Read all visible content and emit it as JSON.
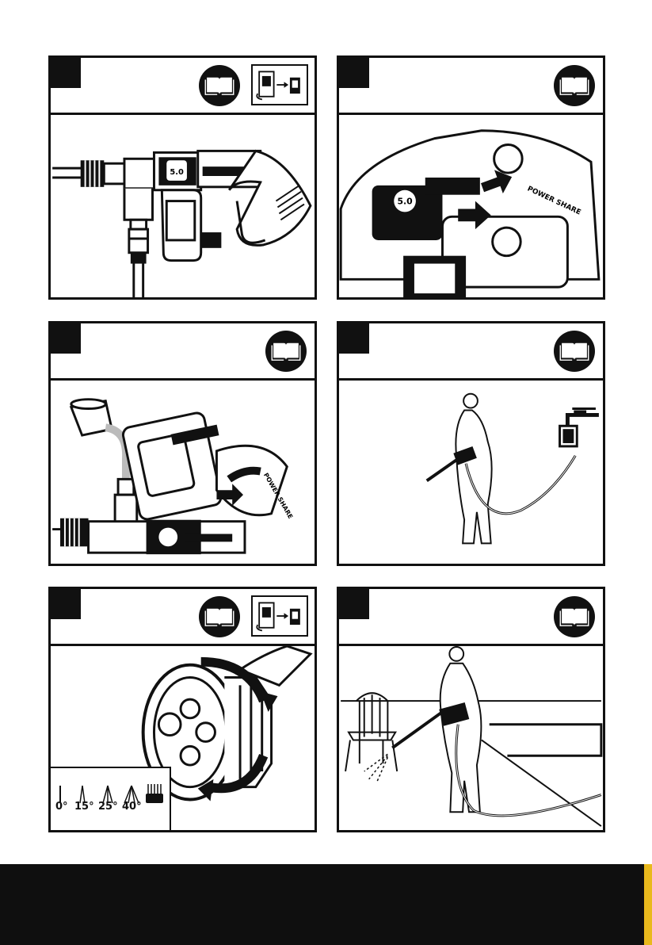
{
  "page": {
    "background": "#ffffff",
    "accent": "#e9b91d",
    "footer_color": "#0f0f0f"
  },
  "panels": [
    {
      "id": "attach-hose",
      "icons": [
        "book-icon",
        "battery-insert-thumbnail-icon"
      ],
      "product_label": "5.0"
    },
    {
      "id": "battery-release",
      "icons": [
        "book-icon"
      ],
      "product_label": "5.0",
      "callouts": [
        "",
        ""
      ],
      "side_text": "POWER SHARE"
    },
    {
      "id": "fill-water",
      "icons": [
        "book-icon"
      ],
      "side_text": "POWER SHARE"
    },
    {
      "id": "connect-tap",
      "icons": [
        "book-icon"
      ]
    },
    {
      "id": "nozzle-adjust",
      "icons": [
        "book-icon",
        "battery-insert-thumbnail-icon"
      ],
      "spray_angles": [
        "0°",
        "15°",
        "25°",
        "40°"
      ],
      "extra_mode_icon": "brush-icon"
    },
    {
      "id": "operate",
      "icons": [
        "book-icon"
      ]
    }
  ]
}
